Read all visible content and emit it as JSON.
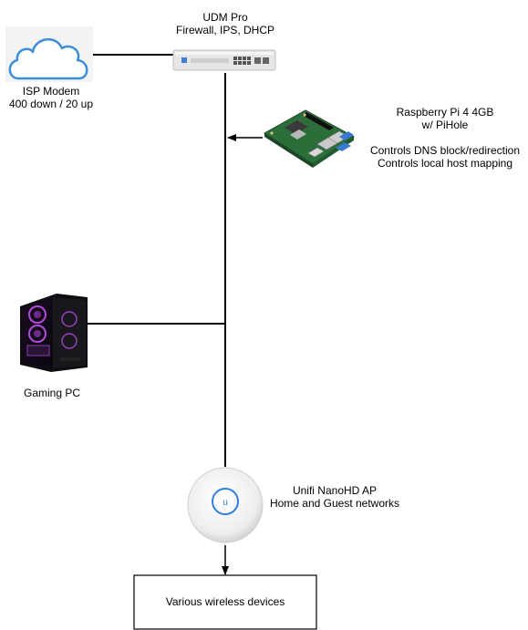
{
  "nodes": {
    "modem": {
      "line1": "ISP Modem",
      "line2": "400 down / 20 up",
      "icon": "cloud-icon"
    },
    "udm": {
      "line1": "UDM Pro",
      "line2": "Firewall, IPS, DHCP",
      "icon": "rack-router-icon"
    },
    "pi": {
      "line1": "Raspberry Pi 4 4GB",
      "line2": "w/ PiHole",
      "line3": "Controls DNS block/redirection",
      "line4": "Controls local host mapping",
      "icon": "raspberry-pi-board-icon"
    },
    "pc": {
      "line1": "Gaming PC",
      "icon": "pc-tower-icon"
    },
    "ap": {
      "line1": "Unifi NanoHD AP",
      "line2": "Home and Guest networks",
      "icon": "access-point-icon"
    },
    "devices": {
      "line1": "Various wireless devices"
    }
  },
  "colors": {
    "cloud_stroke": "#3c8fd8",
    "line": "#000000",
    "pc_accent": "#b04ad8",
    "ap_ring": "#2f7fe0",
    "board_green": "#2c6e3a"
  }
}
